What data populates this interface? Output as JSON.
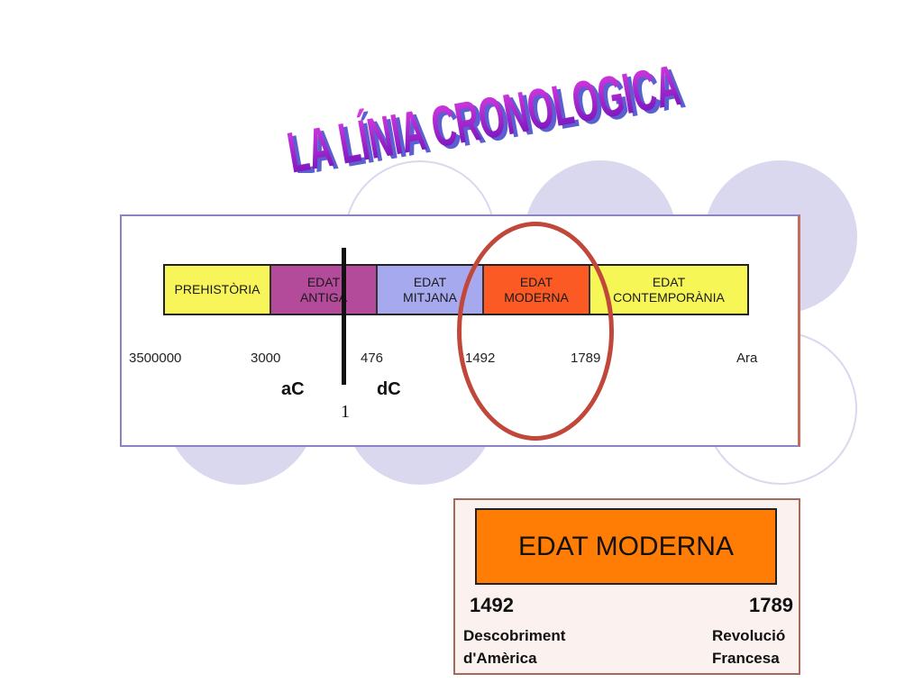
{
  "title": "LA LÍNIA CRONOLOGICA",
  "colors": {
    "title_fill_top": "#e23ee3",
    "title_fill_bottom": "#6a10b8",
    "title_shadow": "#5b5fd0",
    "circle": "#d9d8ee",
    "highlight_ring": "#c0473a",
    "detail_label": "#ff7c05"
  },
  "timeline": {
    "periods": [
      {
        "label": "PREHISTÒRIA",
        "color": "#f7f55a"
      },
      {
        "label": "EDAT\nANTIGA",
        "color": "#b34b9a"
      },
      {
        "label": "EDAT\nMITJANA",
        "color": "#a7a9ee"
      },
      {
        "label": "EDAT\nMODERNA",
        "color": "#fb5a25"
      },
      {
        "label": "EDAT\nCONTEMPORÀNIA",
        "color": "#f6f756"
      }
    ],
    "ticks": [
      "3500000",
      "3000",
      "476",
      "1492",
      "1789",
      "Ara"
    ],
    "era_before": "aC",
    "era_after": "dC",
    "year_zero_label": "1",
    "highlighted_period": "EDAT MODERNA"
  },
  "detail": {
    "label": "EDAT MODERNA",
    "start_year": "1492",
    "end_year": "1789",
    "start_event": "Descobriment\nd'Amèrica",
    "end_event": "Revolució\nFrancesa"
  }
}
